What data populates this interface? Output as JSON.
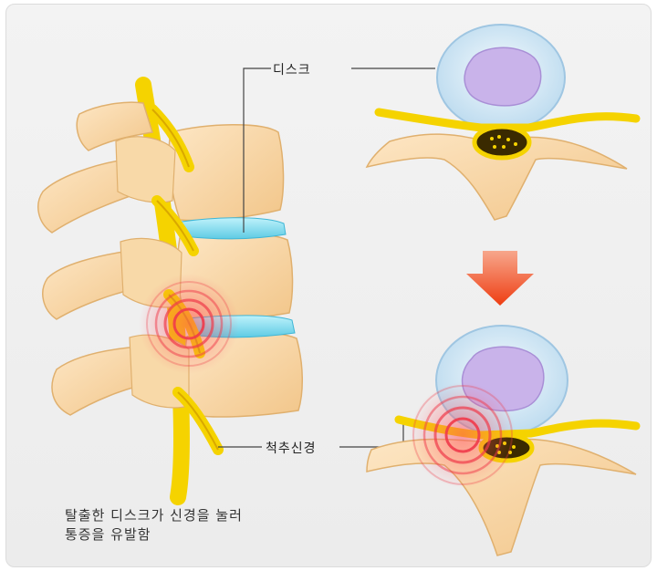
{
  "labels": {
    "disc": "디스크",
    "spinal_nerve": "척추신경"
  },
  "caption": {
    "line1": "탈출한 디스크가 신경을 눌러",
    "line2": "통증을 유발함"
  },
  "colors": {
    "bone": "#f7d3a0",
    "bone_shadow": "#e3b578",
    "disc": "#8fe3f3",
    "nerve": "#f5d300",
    "nucleus": "#c9b3ea",
    "annulus": "#d8ecf7",
    "arrow": "#f04a1c",
    "pain": "#ef3a4a"
  }
}
